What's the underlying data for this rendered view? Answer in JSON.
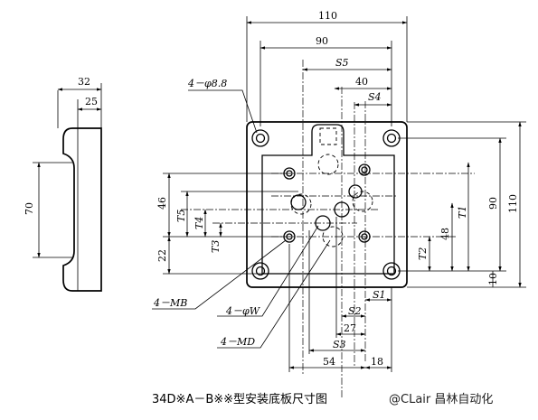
{
  "dims": {
    "w110": "110",
    "w90": "90",
    "s5": "S5",
    "w40": "40",
    "s4": "S4",
    "side32": "32",
    "side25": "25",
    "side70": "70",
    "h46": "46",
    "t5": "T5",
    "t4": "T4",
    "t3": "T3",
    "h22": "22",
    "t1": "T1",
    "h90": "90",
    "h110": "110",
    "t2": "T2",
    "h48": "48",
    "h10": "10",
    "s1": "S1",
    "s2": "S2",
    "w27": "27",
    "s3": "S3",
    "w54": "54",
    "w18": "18"
  },
  "labels": {
    "holes": "4－φ8.8",
    "mb": "4－MB",
    "w": "4－φW",
    "md": "4－MD"
  },
  "caption": "34D※A－B※※型安装底板尺寸图",
  "watermark": "@CLair 昌林自动化"
}
